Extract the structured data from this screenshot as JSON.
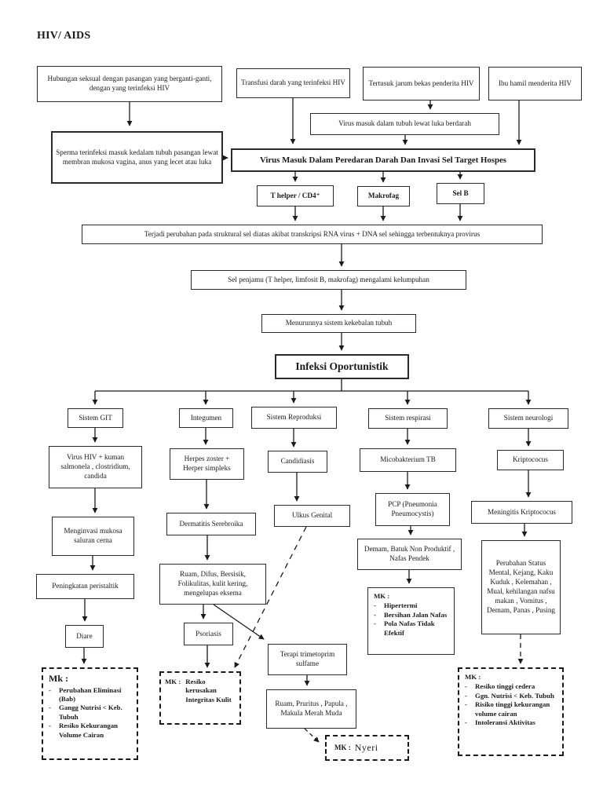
{
  "title": "HIV/ AIDS",
  "sources": {
    "sexual": "Hubungan seksual dengan pasangan yang berganti-ganti, dengan yang terinfeksi HIV",
    "transfusion": "Transfusi darah yang terinfeksi HIV",
    "needle": "Tertusuk jarum bekas penderita HIV",
    "pregnant": "Ibu hamil menderita HIV"
  },
  "entry": {
    "wound": "Virus  masuk dalam tubuh lewat luka berdarah",
    "sperm": "Sperma terinfeksi masuk kedalam tubuh pasangan lewat membran mukosa vagina, anus yang lecet atau luka"
  },
  "invasion": "Virus Masuk Dalam Peredaran Darah Dan Invasi Sel Target Hospes",
  "targets": {
    "thelper": "T helper / CD4⁺",
    "makrofag": "Makrofag",
    "selb": "Sel B"
  },
  "provirus": "Terjadi perubahan pada struktural sel diatas akibat transkripsi RNA virus + DNA sel sehingga terbentuknya provirus",
  "paralysis": "Sel penjamu (T helper, limfosit B, makrofag) mengalami kelumpuhan",
  "immune_decline": "Menurunnya sistem kekebalan tubuh",
  "opportunistic": "Infeksi Oportunistik",
  "git": {
    "header": "Sistem GIT",
    "step1": "Virus HIV + kuman salmonela , clostridium, candida",
    "step2": "Menginvasi mukosa saluran cerna",
    "step3": "Peningkatan peristaltik",
    "step4": "Diare",
    "mk_label": "Mk :",
    "mk_items": [
      "Perubahan Eliminasi (Bab)",
      "Gangg Nutrisi < Keb. Tubuh",
      "Resiko Kekurangan Volume Cairan"
    ]
  },
  "integumen": {
    "header": "Integumen",
    "step1": "Herpes zoster + Herper simpleks",
    "step2": "Dermatitis Serebroika",
    "step3": "Ruam, Difus, Bersisik, Folikulitas, kulit kering, mengelupas eksema",
    "step4": "Psoriasis",
    "mk_label": "MK :",
    "mk_text": "Resiko kerusakan Integritas Kulit"
  },
  "reproduksi": {
    "header": "Sistem Reproduksi",
    "step1": "Candidiasis",
    "step2": "Ulkus  Genital",
    "step3": "Terapi trimetoprim sulfame",
    "step4": "Ruam, Pruritus , Papula , Makula Merah Muda",
    "mk_label": "MK :",
    "mk_text": "Nyeri"
  },
  "respirasi": {
    "header": "Sistem respirasi",
    "step1": "Micobakterium TB",
    "step2": "PCP (Pneumonia Pneumocystis)",
    "step3": "Demam, Batuk Non Produktif , Nafas Pendek",
    "mk_label": "MK :",
    "mk_items": [
      "Hipertermi",
      "Bersihan Jalan Nafas",
      "Pola Nafas Tidak Efektif"
    ]
  },
  "neurologi": {
    "header": "Sistem neurologi",
    "step1": "Kriptococus",
    "step2": "Meningitis Kriptococus",
    "step3": "Perubahan Status Mental, Kejang, Kaku Kuduk , Kelemahan , Mual, kehilangan nafsu makan , Vomitus , Demam, Panas , Pusing",
    "mk_label": "MK :",
    "mk_items": [
      "Resiko tinggi cedera",
      "Ggn. Nutrisi < Keb. Tubuh",
      "Risiko tinggi kekurangan volume cairan",
      "Intoleransi Aktivitas"
    ]
  }
}
